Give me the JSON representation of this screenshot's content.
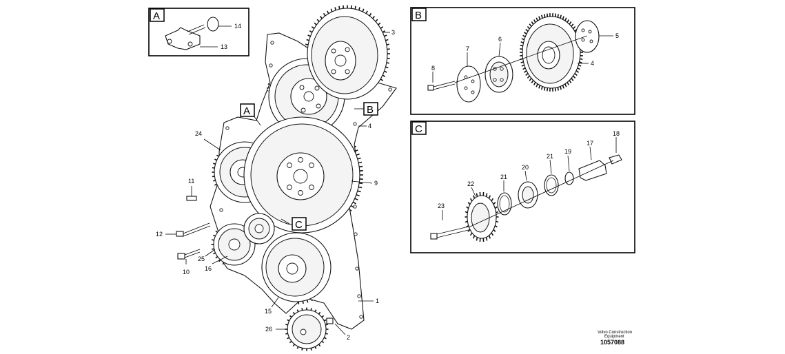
{
  "callouts": {
    "A": "A",
    "B": "B",
    "C": "C"
  },
  "detail_titles": {
    "A": "A",
    "B": "B",
    "C": "C"
  },
  "part_numbers": {
    "p1": "1",
    "p2": "2",
    "p3": "3",
    "p4": "4",
    "p9": "9",
    "p10": "10",
    "p11": "11",
    "p12": "12",
    "p15": "15",
    "p16": "16",
    "p24": "24",
    "p25": "25",
    "p26": "26",
    "a13": "13",
    "a14": "14",
    "b4": "4",
    "b5": "5",
    "b6": "6",
    "b7": "7",
    "b8": "8",
    "c17": "17",
    "c18": "18",
    "c19": "19",
    "c20": "20",
    "c21a": "21",
    "c21b": "21",
    "c22": "22",
    "c23": "23"
  },
  "footer": {
    "company_line1": "Volvo Construction",
    "company_line2": "Equipment",
    "drawing_number": "1057088"
  }
}
